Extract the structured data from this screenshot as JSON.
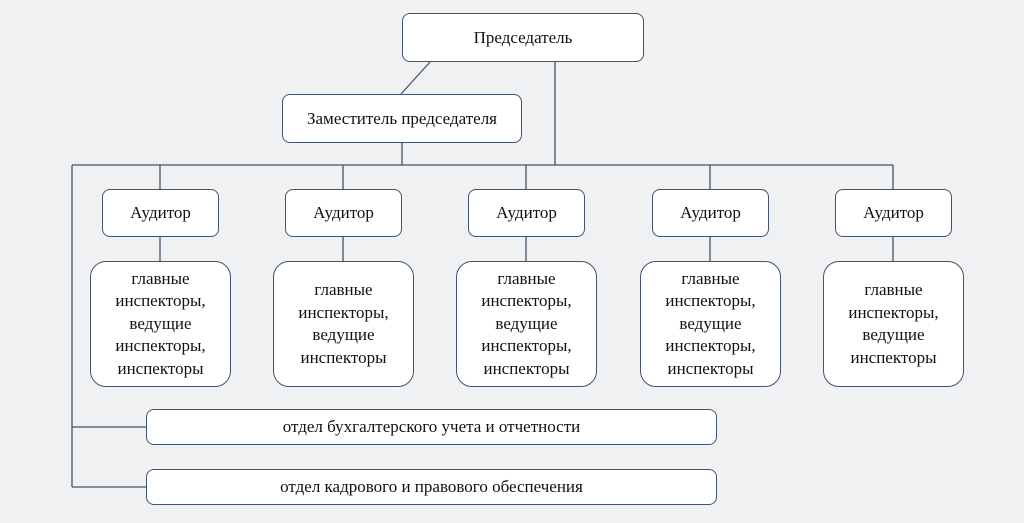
{
  "chart_data": {
    "type": "org-chart",
    "nodes": [
      {
        "id": "chairman",
        "label": "Председатель"
      },
      {
        "id": "deputy",
        "label": "Заместитель председателя"
      },
      {
        "id": "auditor1",
        "label": "Аудитор"
      },
      {
        "id": "auditor2",
        "label": "Аудитор"
      },
      {
        "id": "auditor3",
        "label": "Аудитор"
      },
      {
        "id": "auditor4",
        "label": "Аудитор"
      },
      {
        "id": "auditor5",
        "label": "Аудитор"
      },
      {
        "id": "staff1",
        "label": "главные\nинспекторы,\nведущие\nинспекторы,\nинспекторы"
      },
      {
        "id": "staff2",
        "label": "главные\nинспекторы,\nведущие\nинспекторы"
      },
      {
        "id": "staff3",
        "label": "главные\nинспекторы,\nведущие\nинспекторы,\nинспекторы"
      },
      {
        "id": "staff4",
        "label": "главные\nинспекторы,\nведущие\nинспекторы,\nинспекторы"
      },
      {
        "id": "staff5",
        "label": "главные\nинспекторы,\nведущие\nинспекторы"
      },
      {
        "id": "accounting",
        "label": "отдел бухгалтерского учета и отчетности"
      },
      {
        "id": "hr",
        "label": "отдел кадрового и правового обеспечения"
      }
    ],
    "edges": [
      [
        "chairman",
        "deputy"
      ],
      [
        "chairman",
        "auditor1"
      ],
      [
        "chairman",
        "auditor2"
      ],
      [
        "chairman",
        "auditor3"
      ],
      [
        "chairman",
        "auditor4"
      ],
      [
        "chairman",
        "auditor5"
      ],
      [
        "chairman",
        "accounting"
      ],
      [
        "chairman",
        "hr"
      ],
      [
        "deputy",
        "auditor1"
      ],
      [
        "auditor1",
        "staff1"
      ],
      [
        "auditor2",
        "staff2"
      ],
      [
        "auditor3",
        "staff3"
      ],
      [
        "auditor4",
        "staff4"
      ],
      [
        "auditor5",
        "staff5"
      ]
    ]
  }
}
